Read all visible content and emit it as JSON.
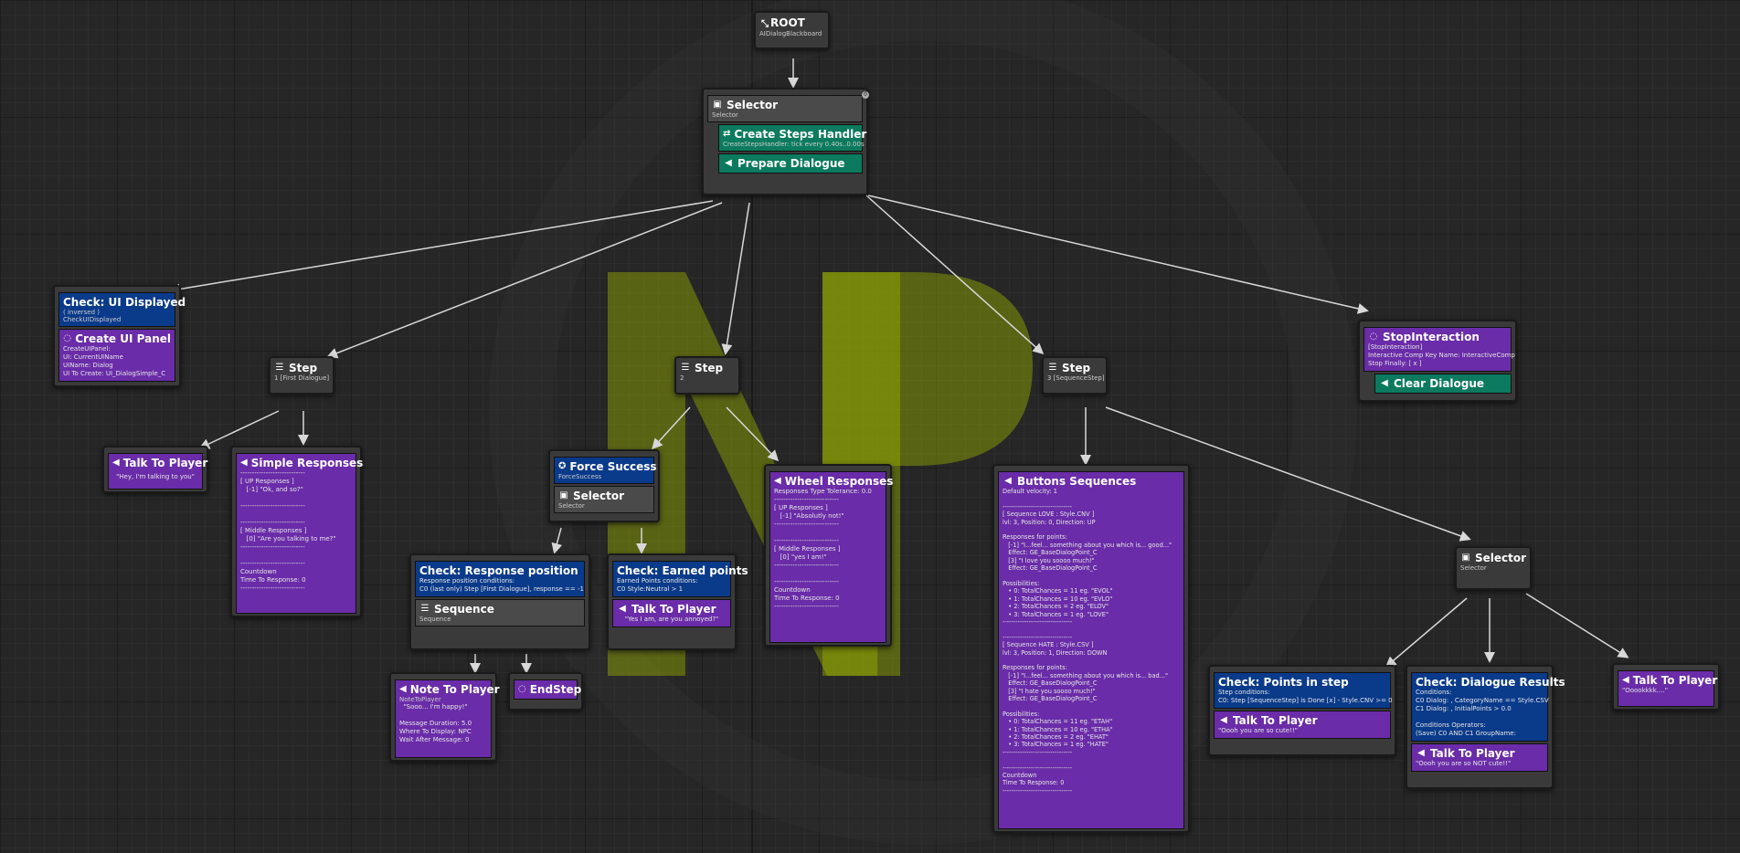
{
  "root": {
    "title": "ROOT",
    "sub": "AIDialogBlackboard"
  },
  "selector_main": {
    "title": "Selector",
    "sub": "Selector",
    "service_title": "Create Steps Handler",
    "service_sub": "CreateStepsHandler: tick every 0.40s..0.00s",
    "task_title": "Prepare Dialogue"
  },
  "ui_node": {
    "title": "Check: UI Displayed",
    "line1": "( inversed )",
    "line2": "CheckUIDisplayed",
    "panel_title": "Create UI Panel",
    "panel_body": "CreateUIPanel:\nUI: CurrentUIName\nUIName: Dialog\nUI To Create: UI_DialogSimple_C"
  },
  "step1": {
    "title": "Step",
    "sub": "1 [First Dialogue]"
  },
  "step2": {
    "title": "Step",
    "sub": "2"
  },
  "step3": {
    "title": "Step",
    "sub": "3 [SequenceStep]"
  },
  "talk1": {
    "title": "Talk To Player",
    "body": "\"Hey, I'm talking to you\""
  },
  "simple_resp": {
    "title": "Simple Responses",
    "body": "----------------------------\n[ UP Responses ]\n   [-1] \"Ok, and so?\"\n\n----------------------------\n\n----------------------------\n[ Middle Responses ]\n   [0] \"Are you talking to me?\"\n----------------------------\n\n----------------------------\nCountdown\nTime To Response: 0\n----------------------------"
  },
  "force": {
    "title": "Force Success",
    "sub": "ForceSuccess",
    "sel_title": "Selector",
    "sel_sub": "Selector"
  },
  "resp_pos": {
    "title": "Check: Response position",
    "body": "Response position conditions:\nC0 (last only) Step [First Dialogue], response == -1",
    "seq_title": "Sequence",
    "seq_sub": "Sequence"
  },
  "earned": {
    "title": "Check: Earned points",
    "body": "Earned Points conditions:\nC0 Style:Neutral > 1",
    "talk_title": "Talk To Player",
    "talk_body": "\"Yes I am, are you annoyed?\""
  },
  "note": {
    "title": "Note To Player",
    "sub": "NoteToPlayer",
    "body": "  \"Sooo... I'm happy!\"\n\nMessage Duration: 5.0\nWhere To Display: NPC\nWait After Message: 0"
  },
  "endstep": {
    "title": "EndStep"
  },
  "wheel": {
    "title": "Wheel Responses",
    "body": "Responses Type Tolerance: 0.0\n----------------------------\n[ UP Responses ]\n   [-1] \"Absolutly not!\"\n----------------------------\n\n----------------------------\n[ Middle Responses ]\n   [0] \"yes I am!\"\n----------------------------\n\n----------------------------\nCountdown\nTime To Response: 0\n----------------------------"
  },
  "buttons": {
    "title": "Buttons Sequences",
    "body": "Default velocity: 1\n\n--------------------------------\n[ Sequence LOVE : Style.CNV ]\nlvl: 3, Position: 0, Direction: UP\n\nResponses for points:\n   [-1] \"I...feel... something about you which is... good...\"\n   Effect: GE_BaseDialogPoint_C\n   [3] \"I love you soooo much!\"\n   Effect: GE_BaseDialogPoint_C\n\nPossibilities:\n   • 0: TotalChances = 11 eg. \"EVOL\"\n   • 1: TotalChances = 10 eg. \"EVLO\"\n   • 2: TotalChances = 2 eg. \"ELOV\"\n   • 3: TotalChances = 1 eg. \"LOVE\"\n--------------------------------\n\n--------------------------------\n[ Sequence HATE : Style.CSV ]\nlvl: 3, Position: 1, Direction: DOWN\n\nResponses for points:\n   [-1] \"I...feel... something about you which is... bad...\"\n   Effect: GE_BaseDialogPoint_C\n   [3] \"I hate you soooo much!\"\n   Effect: GE_BaseDialogPoint_C\n\nPossibilities:\n   • 0: TotalChances = 11 eg. \"ETAH\"\n   • 1: TotalChances = 10 eg. \"ETHA\"\n   • 2: TotalChances = 2 eg. \"EHAT\"\n   • 3: TotalChances = 1 eg. \"HATE\"\n--------------------------------\n\n--------------------------------\nCountdown\nTime To Response: 0\n--------------------------------"
  },
  "stopint": {
    "title": "StopInteraction",
    "body": "[StopInteraction]\nInteractive Comp Key Name: InteractiveComp\nStop Finally: [ x ]",
    "clear_title": "Clear Dialogue"
  },
  "selector_r": {
    "title": "Selector",
    "sub": "Selector"
  },
  "check_step": {
    "title": "Check: Points in step",
    "body": "Step conditions:\nC0: Step [SequenceStep] is Done [x] - Style.CNV >= 0",
    "talk_title": "Talk To Player",
    "talk_body": "\"Oooh you are so cute!!\""
  },
  "check_dlg": {
    "title": "Check: Dialogue Results",
    "body": "Conditions:\nC0 Dialog: , CategoryName == Style.CSV\nC1 Dialog: , InitialPoints > 0.0\n\nConditions Operators:\n(Save) C0 AND C1 GroupName:",
    "talk_title": "Talk To Player",
    "talk_body": "\"Oooh you are so NOT cute!!\""
  },
  "talk_far": {
    "title": "Talk To Player",
    "body": "\"Ooookkkk....\""
  },
  "colors": {
    "blue": "#0a3a8a",
    "purple": "#6a2ca8",
    "teal": "#0b7a5e",
    "watermark": "#9ab000",
    "wire": "#d8d8d8"
  },
  "icons": {
    "root": "root-icon",
    "selector": "selector-icon",
    "service": "service-icon",
    "task": "task-icon",
    "step": "step-icon",
    "decorator": "decorator-icon",
    "end": "end-icon"
  }
}
